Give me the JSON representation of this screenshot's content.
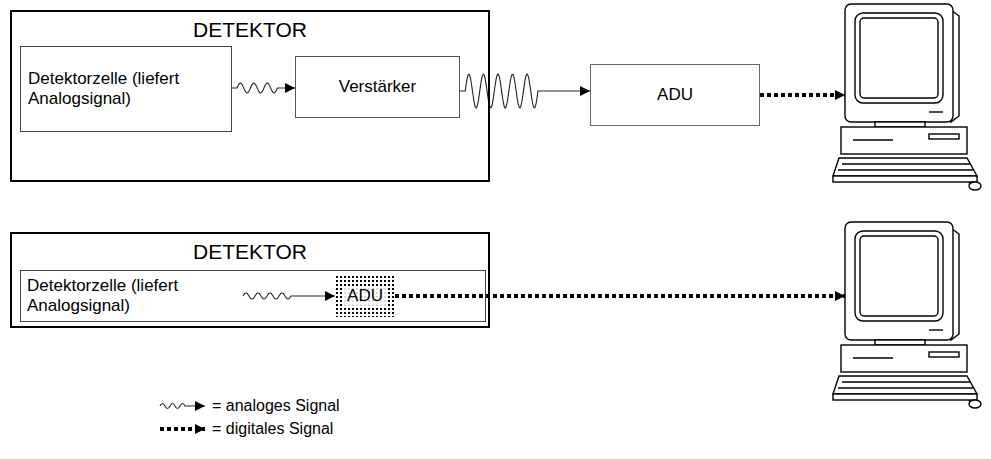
{
  "diagram": {
    "nodes": [
      {
        "text": [
          "DETEKTOR"
        ]
      },
      {
        "text": [
          "Detektorzelle (liefert Analogsignal)"
        ],
        "in": 0
      },
      {
        "text": [
          "Verstärker"
        ],
        "in": 0
      },
      {
        "text": [
          "ADU"
        ]
      },
      {
        "text": [
          "DETEKTOR"
        ]
      },
      {
        "text": [
          "Detektorzelle (liefert Analogsignal)"
        ],
        "in": 4
      },
      {
        "text": [
          "ADU"
        ],
        "in": 5
      }
    ],
    "edges": [
      {
        "from": 1,
        "to": 2,
        "arrow": "to"
      },
      {
        "from": 2,
        "to": 3,
        "arrow": "to"
      }
    ],
    "legend": [
      {
        "text": "= analoges Signal"
      },
      {
        "text": "= digitales Signal"
      }
    ]
  }
}
